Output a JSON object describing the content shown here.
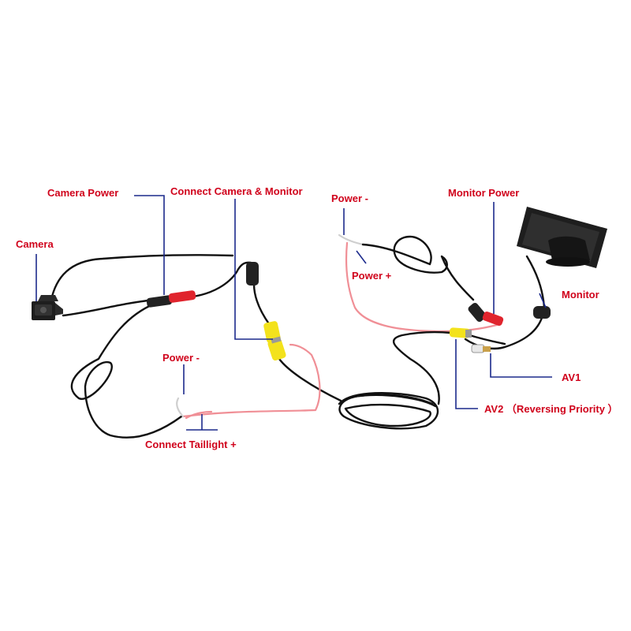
{
  "colors": {
    "label": "#d0021b",
    "leader": "#1c2a8c",
    "cable": "#111111",
    "red_wire": "#f08f96",
    "white_wire": "#cfcfcf",
    "rca_yellow": "#f3e21c",
    "rca_red": "#e0242d",
    "device": "#1e1e1e"
  },
  "labels": {
    "camera_power": "Camera Power",
    "connect_camera_monitor": "Connect Camera & Monitor",
    "camera": "Camera",
    "power_minus_left": "Power -",
    "connect_taillight": "Connect Taillight +",
    "power_minus_right": "Power -",
    "power_plus": "Power +",
    "monitor_power": "Monitor Power",
    "monitor": "Monitor",
    "av1": "AV1",
    "av2": "AV2 （Reversing Priority ）"
  },
  "icons": {
    "camera": "rear-camera-icon",
    "monitor": "car-monitor-icon"
  }
}
